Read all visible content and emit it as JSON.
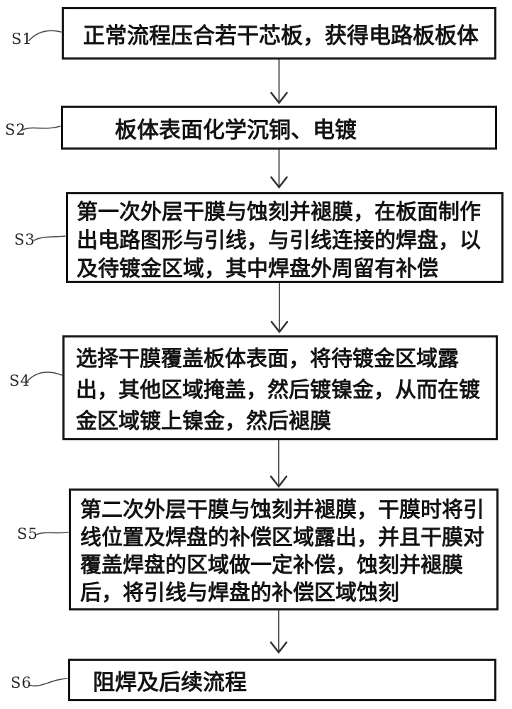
{
  "figure": {
    "type": "flowchart",
    "background_color": "#ffffff",
    "box_border_color": "#161616",
    "box_fill_color": "#ffffff",
    "text_color": "#141414",
    "arrow_color": "#5a5a5a",
    "steps": [
      {
        "label": "S1",
        "text": "正常流程压合若干芯板，获得电路板板体",
        "lines": [
          "正常流程压合若干芯板，获得电路板板体"
        ]
      },
      {
        "label": "S2",
        "text": "板体表面化学沉铜、电镀",
        "lines": [
          "板体表面化学沉铜、电镀"
        ]
      },
      {
        "label": "S3",
        "text": "第一次外层干膜与蚀刻并褪膜，在板面制作出电路图形与引线，与引线连接的焊盘，以及待镀金区域，其中焊盘外周留有补偿",
        "lines": [
          "第一次外层干膜与蚀刻并褪膜，在板面制作",
          "出电路图形与引线，与引线连接的焊盘，以",
          "及待镀金区域，其中焊盘外周留有补偿"
        ]
      },
      {
        "label": "S4",
        "text": "选择干膜覆盖板体表面，将待镀金区域露出，其他区域掩盖，然后镀镍金，从而在镀金区域镀上镍金，然后褪膜",
        "lines": [
          "选择干膜覆盖板体表面，将待镀金区域露",
          "出，其他区域掩盖，然后镀镍金，从而在镀",
          "金区域镀上镍金，然后褪膜"
        ]
      },
      {
        "label": "S5",
        "text": "第二次外层干膜与蚀刻并褪膜，干膜时将引线位置及焊盘的补偿区域露出，并且干膜对覆盖焊盘的区域做一定补偿，蚀刻并褪膜后，将引线与焊盘的补偿区域蚀刻",
        "lines": [
          "第二次外层干膜与蚀刻并褪膜，干膜时将引",
          "线位置及焊盘的补偿区域露出，并且干膜对",
          "覆盖焊盘的区域做一定补偿，蚀刻并褪膜",
          "后，将引线与焊盘的补偿区域蚀刻"
        ]
      },
      {
        "label": "S6",
        "text": "阻焊及后续流程",
        "lines": [
          "阻焊及后续流程"
        ]
      }
    ]
  }
}
